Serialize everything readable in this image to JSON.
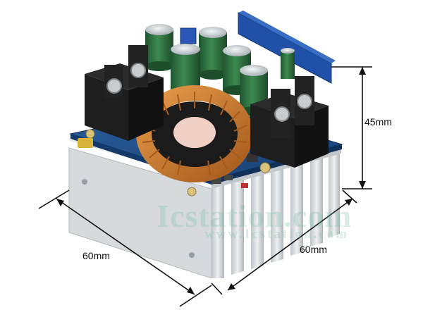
{
  "dimensions": {
    "height_label": "45mm",
    "left_label": "60mm",
    "right_label": "60mm"
  },
  "watermark": {
    "main": "Icstation.com",
    "sub": "www.Icstation.com"
  },
  "colors": {
    "pcb": "#1f4e8c",
    "heatsink": "#d9dde0",
    "copper": "#c77a2f",
    "capacitor": "#2e6b3c",
    "terminal": "#1a1a1a"
  }
}
